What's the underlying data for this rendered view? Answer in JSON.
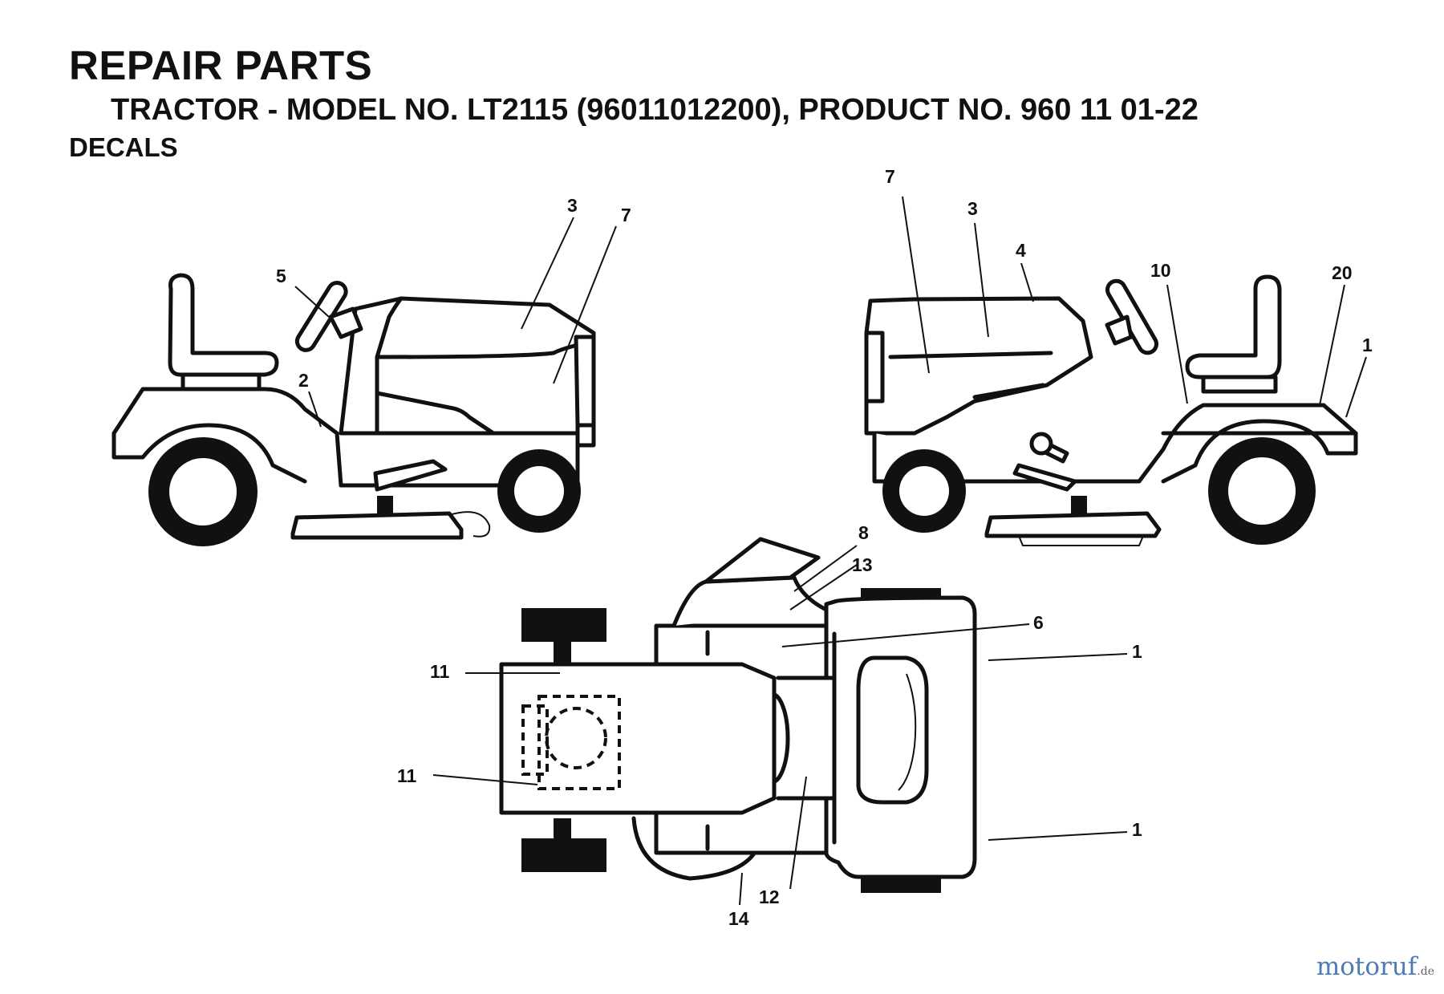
{
  "header": {
    "title": "REPAIR PARTS",
    "subtitle": "TRACTOR - MODEL NO. LT2115 (96011012200), PRODUCT NO. 960 11 01-22",
    "section": "DECALS"
  },
  "callouts": {
    "left_view": [
      "3",
      "7",
      "5",
      "2"
    ],
    "right_view": [
      "7",
      "3",
      "4",
      "10",
      "20",
      "1"
    ],
    "top_view": [
      "8",
      "13",
      "6",
      "1",
      "11",
      "11",
      "1",
      "12",
      "14"
    ]
  },
  "watermark": {
    "name": "motoruf",
    "tld": ".de"
  }
}
